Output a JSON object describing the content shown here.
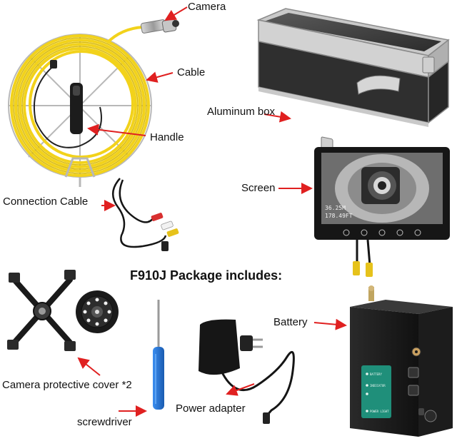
{
  "product": {
    "package_title": "F910J Package includes:"
  },
  "labels": {
    "camera": "Camera",
    "cable": "Cable",
    "handle": "Handle",
    "aluminum_box": "Aluminum box",
    "connection_cable": "Connection Cable",
    "screen": "Screen",
    "battery": "Battery",
    "camera_cover": "Camera protective cover *2",
    "power_adapter": "Power adapter",
    "screwdriver": "screwdriver"
  },
  "screen_overlay": {
    "line1": "36.25M",
    "line2": "178.49FT"
  },
  "battery_panel": {
    "battery": "BATTERY",
    "indicator": "INDICATOR",
    "power_light": "POWER LIGHT"
  },
  "colors": {
    "arrow": "#e02020",
    "cable_yellow": "#f2d21b",
    "frame_metal": "#b8b8b8",
    "case_dark": "#3a3a3a",
    "battery_panel": "#1f8f7a",
    "screwdriver_blue": "#1e6fd0"
  },
  "icons": [
    "red-arrow-icon"
  ]
}
